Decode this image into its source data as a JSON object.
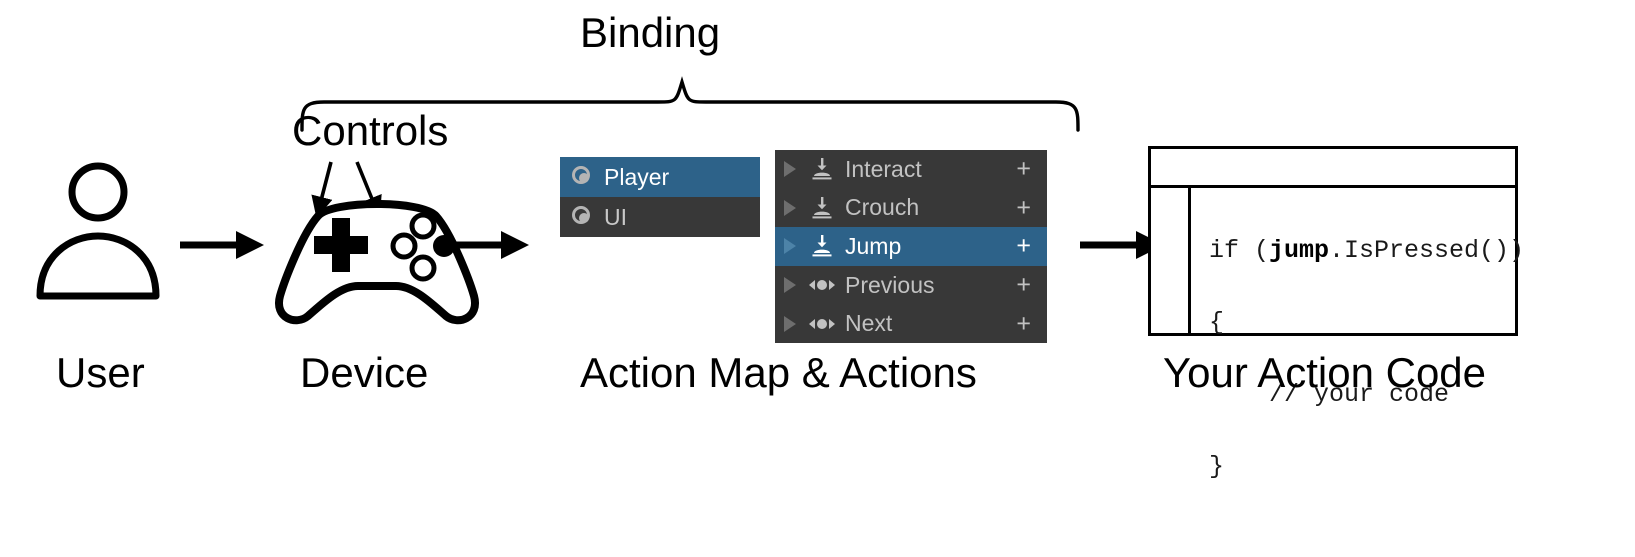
{
  "diagram": {
    "title_annotations": {
      "binding": "Binding",
      "controls": "Controls"
    },
    "captions": [
      {
        "id": "user",
        "label": "User"
      },
      {
        "id": "device",
        "label": "Device"
      },
      {
        "id": "action-map",
        "label": "Action Map & Actions"
      },
      {
        "id": "code",
        "label": "Your Action Code"
      }
    ]
  },
  "action_maps": {
    "items": [
      {
        "label": "Player",
        "icon": "action-map-icon",
        "selected": true
      },
      {
        "label": "UI",
        "icon": "action-map-icon",
        "selected": false
      }
    ]
  },
  "actions": {
    "items": [
      {
        "label": "Interact",
        "icon": "button-action-icon",
        "add": "+",
        "selected": false
      },
      {
        "label": "Crouch",
        "icon": "button-action-icon",
        "add": "+",
        "selected": false
      },
      {
        "label": "Jump",
        "icon": "button-action-icon",
        "add": "+",
        "selected": true
      },
      {
        "label": "Previous",
        "icon": "axis-action-icon",
        "add": "+",
        "selected": false
      },
      {
        "label": "Next",
        "icon": "axis-action-icon",
        "add": "+",
        "selected": false
      }
    ]
  },
  "code_window": {
    "lines": [
      {
        "pre": "if (",
        "bold": "jump",
        "post": ".IsPressed())"
      },
      {
        "pre": "{",
        "bold": "",
        "post": ""
      },
      {
        "pre": "    // your code",
        "bold": "",
        "post": ""
      },
      {
        "pre": "}",
        "bold": "",
        "post": ""
      }
    ]
  },
  "colors": {
    "selection_blue": "#2d6289",
    "panel_dark": "#383838",
    "panel_text": "#c2c2c2",
    "stroke": "#000000"
  },
  "icons": {
    "user": "user-icon",
    "gamepad": "gamepad-icon",
    "arrow": "arrow-right-icon",
    "brace": "curly-brace-icon"
  }
}
